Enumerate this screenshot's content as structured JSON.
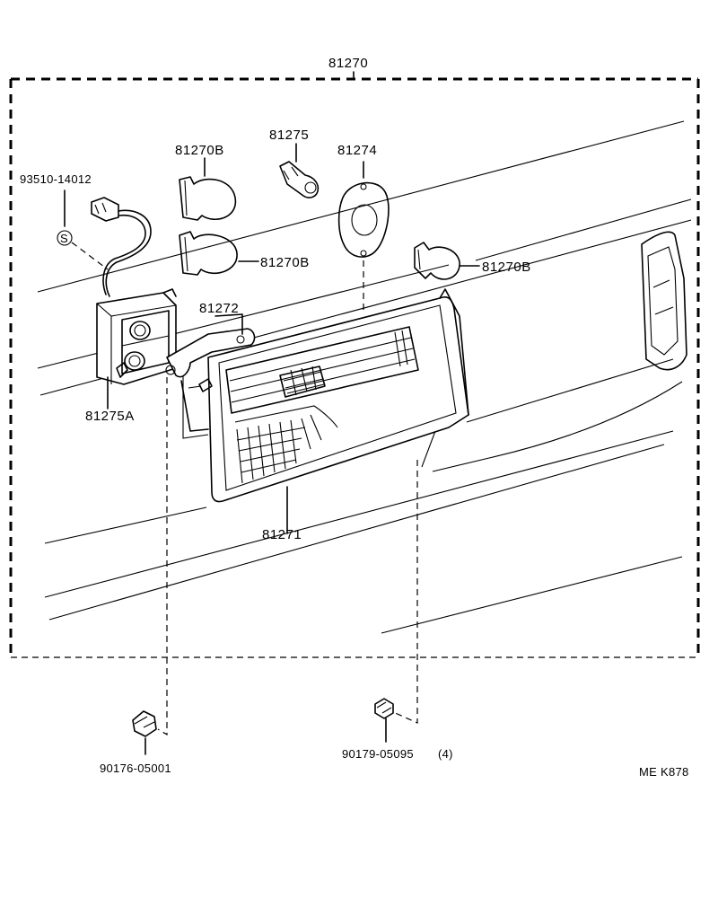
{
  "labels": {
    "assembly": "81270",
    "bulb_top": "81270B",
    "socket": "81275",
    "gasket_top": "81274",
    "harness": "93510-14012",
    "bulb_mid": "81270B",
    "bulb_right": "81270B",
    "gasket": "81272",
    "housing": "81275A",
    "lens": "81271",
    "nut_left": "90176-05001",
    "nut_right": "90179-05095",
    "nut_right_qty": "(4)",
    "drawing_code": "ME K878"
  },
  "symbols": {
    "s_mark": "S"
  }
}
